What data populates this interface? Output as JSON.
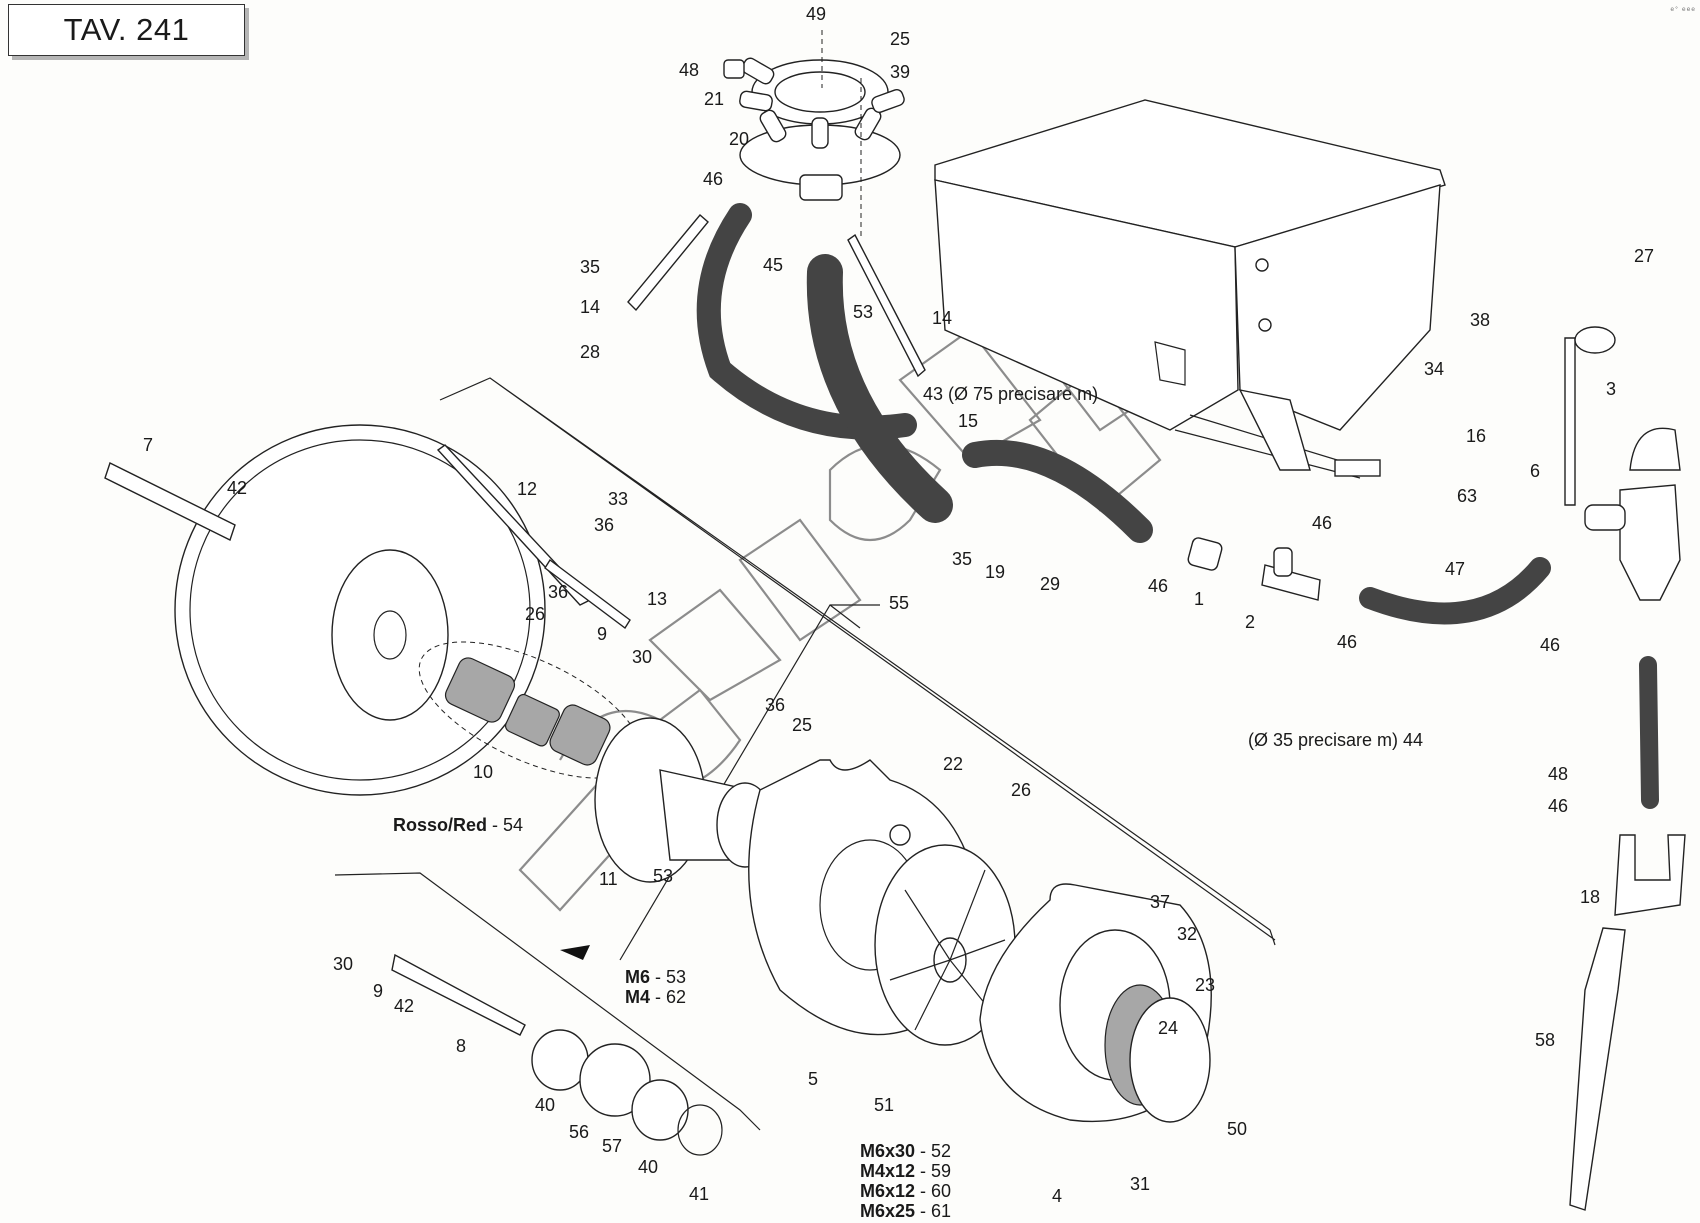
{
  "page": {
    "title": "TAV. 241",
    "corner_mark": "e° eee"
  },
  "callouts": [
    {
      "id": "49",
      "text": "49"
    },
    {
      "id": "25a",
      "text": "25"
    },
    {
      "id": "48a",
      "text": "48"
    },
    {
      "id": "39",
      "text": "39"
    },
    {
      "id": "21",
      "text": "21"
    },
    {
      "id": "20",
      "text": "20"
    },
    {
      "id": "46a",
      "text": "46"
    },
    {
      "id": "45",
      "text": "45"
    },
    {
      "id": "35a",
      "text": "35"
    },
    {
      "id": "14a",
      "text": "14"
    },
    {
      "id": "28",
      "text": "28"
    },
    {
      "id": "53a",
      "text": "53"
    },
    {
      "id": "14b",
      "text": "14"
    },
    {
      "id": "43",
      "text": "43 (Ø 75 precisare m)"
    },
    {
      "id": "15",
      "text": "15"
    },
    {
      "id": "27",
      "text": "27"
    },
    {
      "id": "38",
      "text": "38"
    },
    {
      "id": "34",
      "text": "34"
    },
    {
      "id": "3",
      "text": "3"
    },
    {
      "id": "16",
      "text": "16"
    },
    {
      "id": "6",
      "text": "6"
    },
    {
      "id": "63",
      "text": "63"
    },
    {
      "id": "46b",
      "text": "46"
    },
    {
      "id": "7",
      "text": "7"
    },
    {
      "id": "42a",
      "text": "42"
    },
    {
      "id": "12",
      "text": "12"
    },
    {
      "id": "33",
      "text": "33"
    },
    {
      "id": "36a",
      "text": "36"
    },
    {
      "id": "36b",
      "text": "36"
    },
    {
      "id": "26a",
      "text": "26"
    },
    {
      "id": "13",
      "text": "13"
    },
    {
      "id": "35b",
      "text": "35"
    },
    {
      "id": "19",
      "text": "19"
    },
    {
      "id": "29",
      "text": "29"
    },
    {
      "id": "46c",
      "text": "46"
    },
    {
      "id": "1",
      "text": "1"
    },
    {
      "id": "2",
      "text": "2"
    },
    {
      "id": "46d",
      "text": "46"
    },
    {
      "id": "47",
      "text": "47"
    },
    {
      "id": "46e",
      "text": "46"
    },
    {
      "id": "55",
      "text": "55"
    },
    {
      "id": "9a",
      "text": "9"
    },
    {
      "id": "30a",
      "text": "30"
    },
    {
      "id": "36c",
      "text": "36"
    },
    {
      "id": "25b",
      "text": "25"
    },
    {
      "id": "10",
      "text": "10"
    },
    {
      "id": "54",
      "text": "54"
    },
    {
      "id": "11",
      "text": "11"
    },
    {
      "id": "53b",
      "text": "53"
    },
    {
      "id": "22",
      "text": "22"
    },
    {
      "id": "26b",
      "text": "26"
    },
    {
      "id": "44",
      "text": "(Ø 35 precisare m) 44"
    },
    {
      "id": "48b",
      "text": "48"
    },
    {
      "id": "46f",
      "text": "46"
    },
    {
      "id": "18",
      "text": "18"
    },
    {
      "id": "30b",
      "text": "30"
    },
    {
      "id": "9b",
      "text": "9"
    },
    {
      "id": "42b",
      "text": "42"
    },
    {
      "id": "8",
      "text": "8"
    },
    {
      "id": "40a",
      "text": "40"
    },
    {
      "id": "56",
      "text": "56"
    },
    {
      "id": "57",
      "text": "57"
    },
    {
      "id": "40b",
      "text": "40"
    },
    {
      "id": "41",
      "text": "41"
    },
    {
      "id": "5",
      "text": "5"
    },
    {
      "id": "51",
      "text": "51"
    },
    {
      "id": "37",
      "text": "37"
    },
    {
      "id": "32",
      "text": "32"
    },
    {
      "id": "23",
      "text": "23"
    },
    {
      "id": "24",
      "text": "24"
    },
    {
      "id": "50",
      "text": "50"
    },
    {
      "id": "31",
      "text": "31"
    },
    {
      "id": "4",
      "text": "4"
    },
    {
      "id": "58",
      "text": "58"
    }
  ],
  "color_note": {
    "code": "Rosso/Red",
    "sep": " - ",
    "part": "54"
  },
  "nut_sizes": [
    {
      "code": "M6",
      "part": "53"
    },
    {
      "code": "M4",
      "part": "62"
    }
  ],
  "screw_sizes": [
    {
      "code": "M6x30",
      "part": "52"
    },
    {
      "code": "M4x12",
      "part": "59"
    },
    {
      "code": "M6x12",
      "part": "60"
    },
    {
      "code": "M6x25",
      "part": "61"
    }
  ],
  "colors": {
    "line_art": "#222222",
    "coupling_fill": "#a7a7a7",
    "watermark": "#8c8c8c",
    "background": "#fdfdfb"
  }
}
